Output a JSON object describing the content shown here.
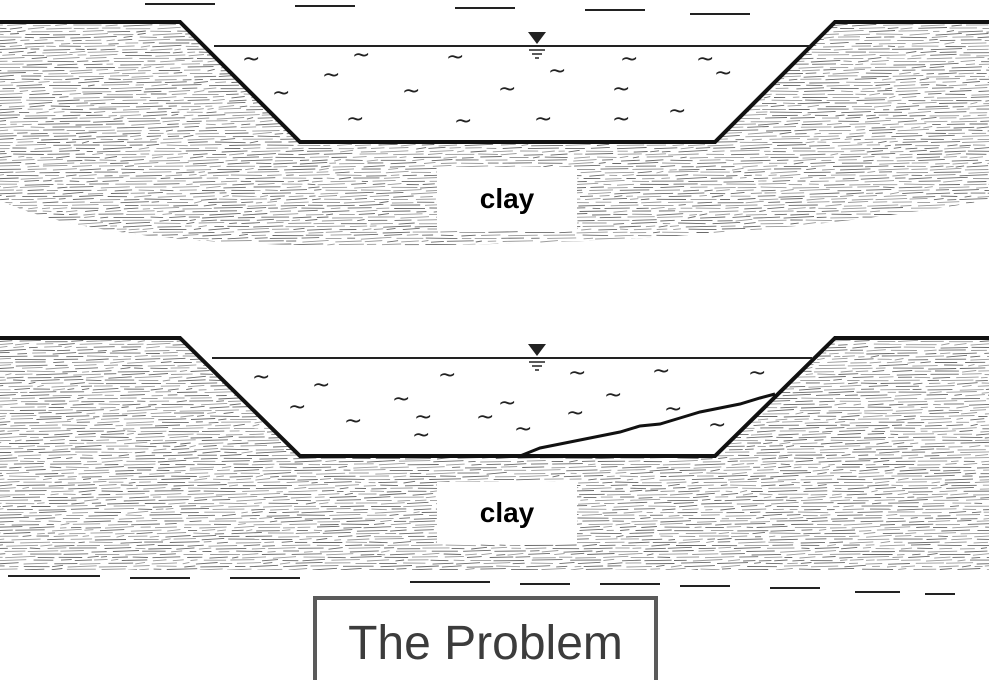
{
  "diagram": {
    "panels": [
      {
        "id": "intact",
        "soil_label": "clay",
        "cracked": false
      },
      {
        "id": "cracked",
        "soil_label": "clay",
        "cracked": true
      }
    ],
    "caption": "The Problem",
    "water_symbol": "water-level-triangle",
    "wave_symbol": "~"
  }
}
